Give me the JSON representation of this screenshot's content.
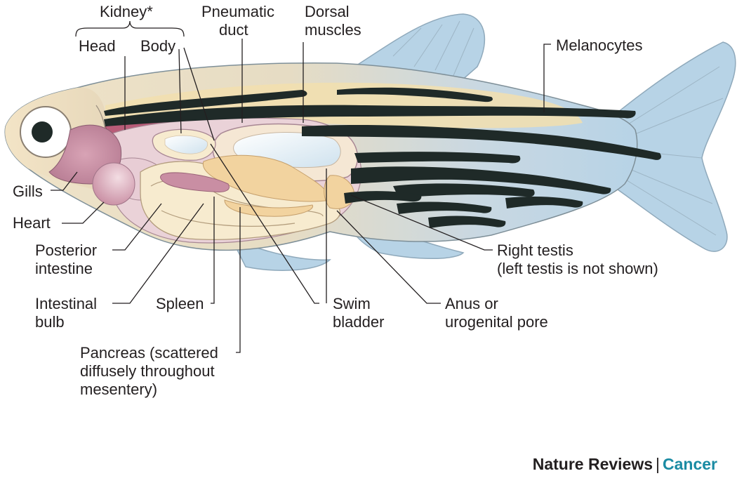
{
  "labels": {
    "kidney": "Kidney*",
    "head": "Head",
    "body": "Body",
    "pneumatic_duct": [
      "Pneumatic",
      "duct"
    ],
    "dorsal_muscles": [
      "Dorsal",
      "muscles"
    ],
    "melanocytes": "Melanocytes",
    "gills": "Gills",
    "heart": "Heart",
    "posterior_intestine": [
      "Posterior",
      "intestine"
    ],
    "intestinal_bulb": [
      "Intestinal",
      "bulb"
    ],
    "spleen": "Spleen",
    "swim_bladder": [
      "Swim",
      "bladder"
    ],
    "anus": [
      "Anus or",
      "urogenital pore"
    ],
    "right_testis": [
      "Right testis",
      "(left testis is not shown)"
    ],
    "pancreas": [
      "Pancreas (scattered",
      "diffusely throughout",
      "mesentery)"
    ]
  },
  "footer": {
    "journal": "Nature Reviews",
    "separator": "|",
    "section": "Cancer"
  },
  "colors": {
    "fin_blue": "#b7d3e6",
    "body_tan": "#e9dcc0",
    "stripe_dark": "#1f2a28",
    "organ_pink": "#c98ea3",
    "organ_cream": "#f7ebcf",
    "brand_teal": "#1a8ba3"
  }
}
